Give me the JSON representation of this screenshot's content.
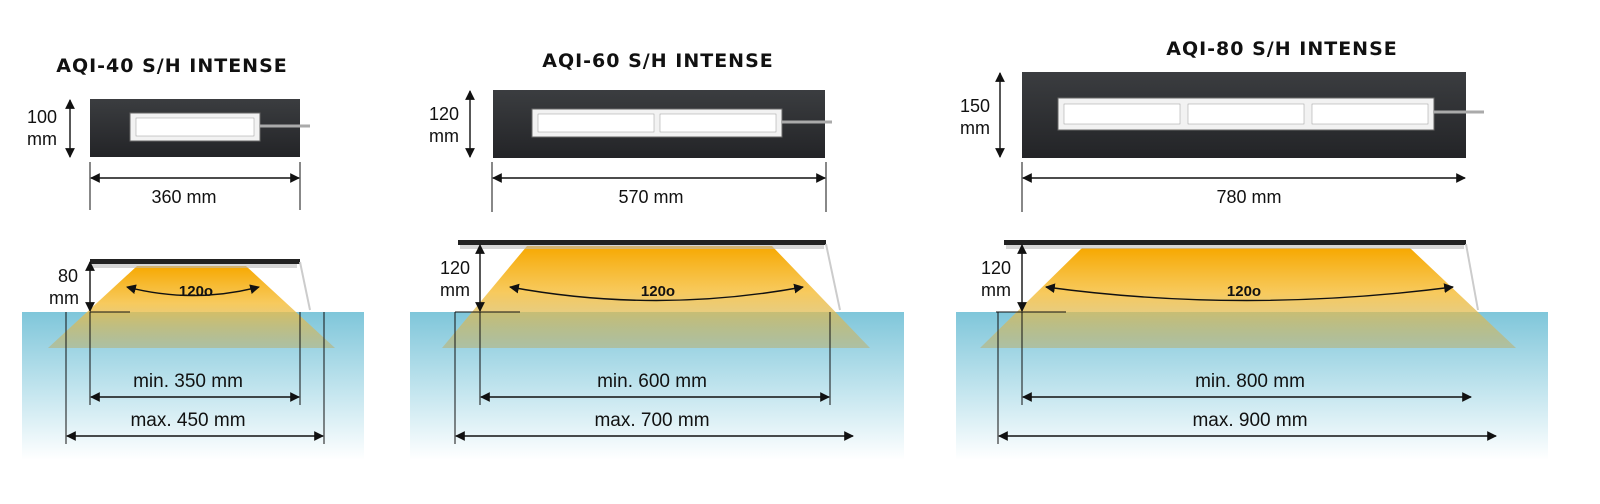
{
  "products": [
    {
      "title": "AQI-40 S/H INTENSE",
      "height_top": [
        "100",
        "mm"
      ],
      "width": "360 mm",
      "height_side": [
        "80",
        "mm"
      ],
      "angle": "120o",
      "min_width": "min. 350 mm",
      "max_width": "max. 450 mm",
      "modules": 1
    },
    {
      "title": "AQI-60 S/H  INTENSE",
      "height_top": [
        "120",
        "mm"
      ],
      "width": "570 mm",
      "height_side": [
        "120",
        "mm"
      ],
      "angle": "120o",
      "min_width": "min. 600 mm",
      "max_width": "max. 700 mm",
      "modules": 2
    },
    {
      "title": "AQI-80 S/H  INTENSE",
      "height_top": [
        "150",
        "mm"
      ],
      "width": "780 mm",
      "height_side": [
        "120",
        "mm"
      ],
      "angle": "120o",
      "min_width": "min. 800 mm",
      "max_width": "max. 900 mm",
      "modules": 3
    }
  ],
  "colors": {
    "water_top": "#7fc6da",
    "water_bottom": "#ffffff",
    "light_cone": "#f7a800",
    "panel": "#2e3033",
    "text": "#111111"
  }
}
